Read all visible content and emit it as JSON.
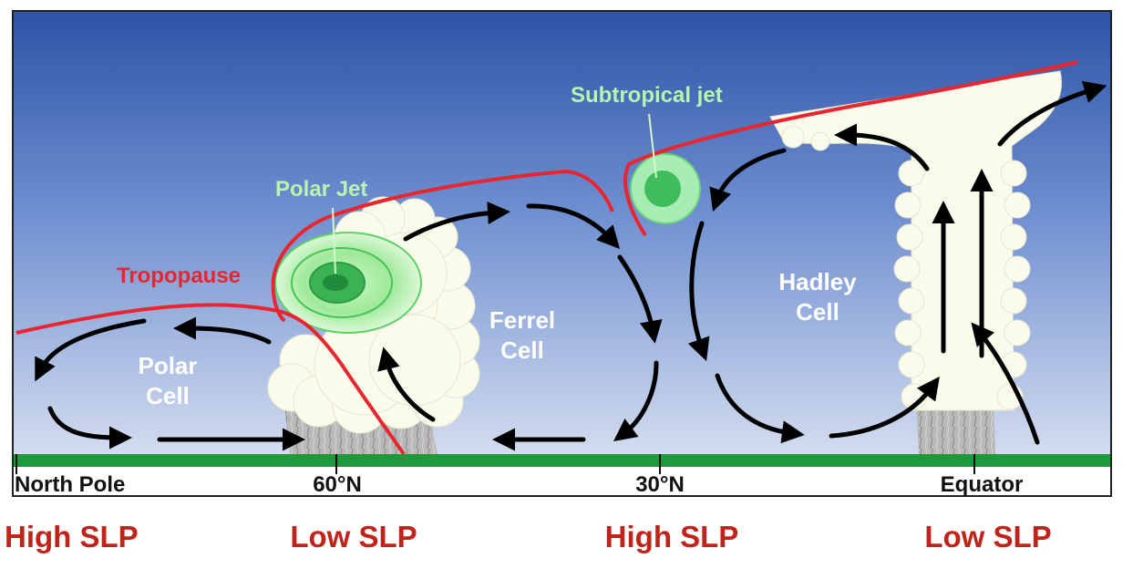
{
  "labels": {
    "tropopause": "Tropopause",
    "polar_jet": "Polar Jet",
    "subtropical_jet": "Subtropical jet",
    "polar_cell": [
      "Polar",
      "Cell"
    ],
    "ferrel_cell": [
      "Ferrel",
      "Cell"
    ],
    "hadley_cell": [
      "Hadley",
      "Cell"
    ]
  },
  "axis": {
    "ticks": [
      "North Pole",
      "60°N",
      "30°N",
      "Equator"
    ]
  },
  "pressure": [
    "High SLP",
    "Low SLP",
    "High SLP",
    "Low SLP"
  ],
  "colors": {
    "sky_top": "#2e55a8",
    "sky_bottom": "#c9d5ee",
    "tropopause": "#e8262f",
    "ground": "#1e9a3c",
    "jet": "#4cc85a",
    "slp_text": "#c0231a"
  }
}
